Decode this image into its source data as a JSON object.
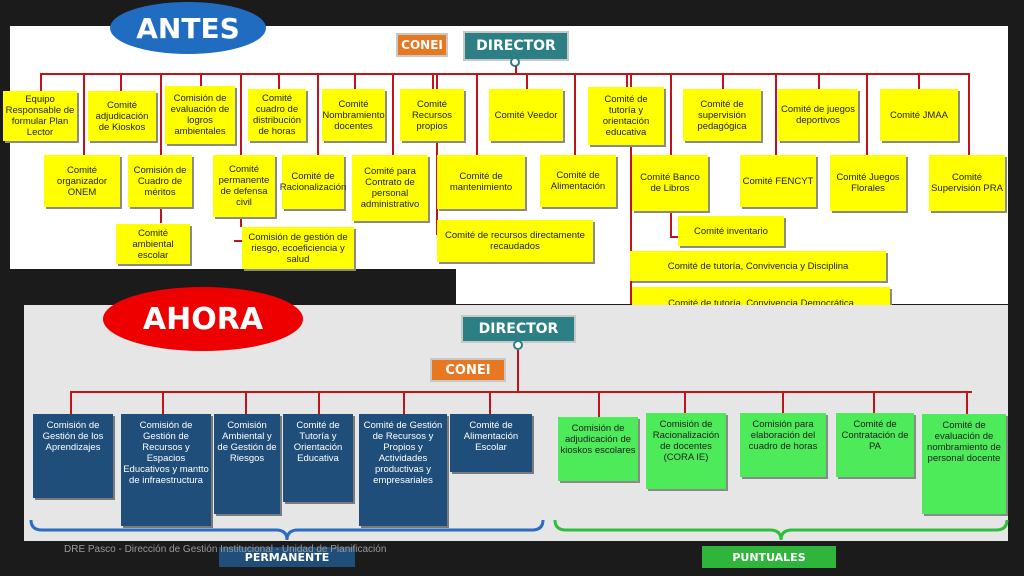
{
  "antes": {
    "label": "ANTES",
    "director": "DIRECTOR",
    "conei": "CONEI",
    "row1": [
      "Equipo Responsable de formular Plan Lector",
      "Comité adjudicación de Kioskos",
      "Comisión de evaluación de logros ambientales",
      "Comité cuadro de distribución de horas",
      "Comité Nombramiento docentes",
      "Comité Recursos propios",
      "Comité Veedor",
      "Comité de tutoría y orientación educativa",
      "Comité de supervisión pedagógica",
      "Comité de juegos deportivos",
      "Comité JMAA"
    ],
    "row2": [
      "Comité organizador ONEM",
      "Comisión de Cuadro de méritos",
      "Comité permanente de defensa civil",
      "Comité de Racionalización",
      "Comité para Contrato de personal administrativo",
      "Comité de mantenimiento",
      "Comité de Alimentación",
      "Comité Banco de Libros",
      "Comité FENCYT",
      "Comité Juegos Florales",
      "Comité Supervisión PRA"
    ],
    "row3": {
      "ambiental": "Comité ambiental escolar",
      "riesgo": "Comisión de gestión de riesgo, ecoeficiencia y salud",
      "recursos": "Comité de recursos directamente recaudados",
      "inventario": "Comité inventario",
      "tutoria1": "Comité de tutoría, Convivencia y Disciplina",
      "tutoria2": "Comité de tutoría, Convivencia Democrática"
    }
  },
  "ahora": {
    "label": "AHORA",
    "director": "DIRECTOR",
    "conei": "CONEI",
    "permanente_items": [
      "Comisión de Gestión de los Aprendizajes",
      "Comisión de Gestión de Recursos y Espacios Educativos y mantto de infraestructura",
      "Comisión Ambiental y de Gestión de Riesgos",
      "Comité de Tutoría y Orientación Educativa",
      "Comité de Gestión de Recursos y Propios y Actividades productivas y empresariales",
      "Comité de Alimentación Escolar"
    ],
    "puntuales_items": [
      "Comisión de adjudicación de kioskos escolares",
      "Comisión de Racionalización de docentes (CORA IE)",
      "Comisión para elaboración del cuadro de horas",
      "Comité de Contratación de PA",
      "Comité de evaluación de nombramiento de personal docente"
    ],
    "permanente_label": "PERMANENTE",
    "puntuales_label": "PUNTUALES"
  },
  "footer": "DRE Pasco - Dirección de Gestión Institucional - Unidad de Planificación",
  "colors": {
    "yellow": "#ffff00",
    "blue": "#1e4e79",
    "green": "#4dea5a",
    "red_line": "#c0141c",
    "director": "#2d7f86",
    "conei": "#e87722"
  }
}
